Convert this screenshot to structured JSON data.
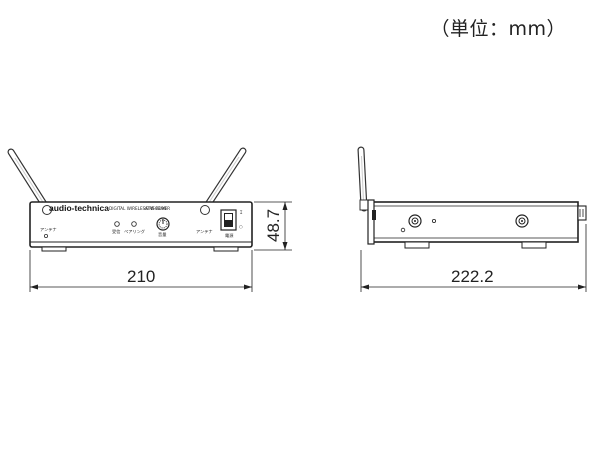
{
  "unit_label": "（単位：mm）",
  "front_view": {
    "brand": "audio-technica",
    "model_title": "DIGITAL WIRELESS RECEIVER",
    "model_number": "ATW-R190",
    "label_antenna_left": "アンテナ",
    "label_indicator_1": "受信",
    "label_indicator_2": "ペアリング",
    "label_volume": "音量",
    "label_antenna_right": "アンテナ",
    "label_power": "電源",
    "width_dimension": "210",
    "height_dimension": "48.7"
  },
  "side_view": {
    "depth_dimension": "222.2"
  }
}
